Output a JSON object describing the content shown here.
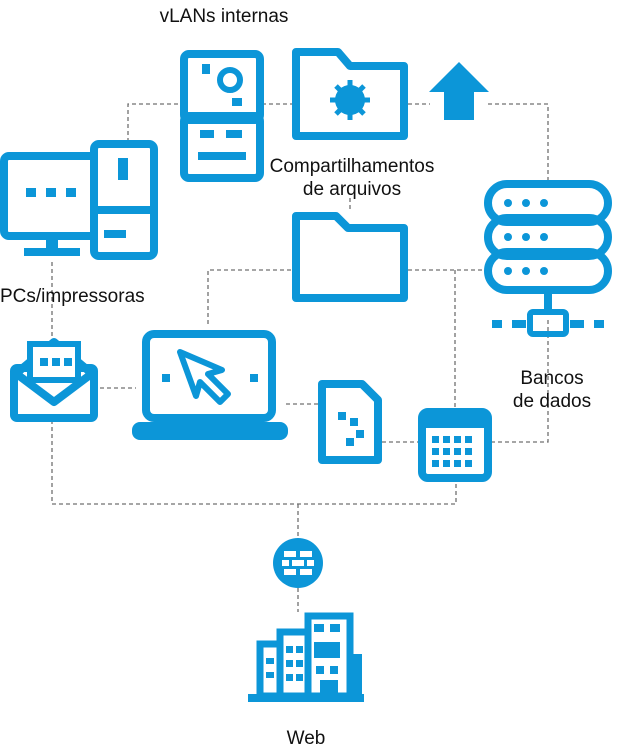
{
  "labels": {
    "vlans": "vLANs internas",
    "shares_line1": "Compartilhamentos",
    "shares_line2": "de arquivos",
    "pcs": "PCs/impressoras",
    "db_line1": "Bancos",
    "db_line2": "de dados",
    "web": "Web"
  },
  "colors": {
    "icon_blue": "#0c96d8",
    "connector": "#707070",
    "text": "#111111"
  },
  "icons": [
    "server-tower-icon",
    "folder-gear-icon",
    "upload-arrow-icon",
    "desktop-pc-icon",
    "folder-icon",
    "database-server-icon",
    "mail-icon",
    "laptop-cursor-icon",
    "document-icon",
    "calendar-icon",
    "firewall-icon",
    "city-buildings-icon"
  ]
}
